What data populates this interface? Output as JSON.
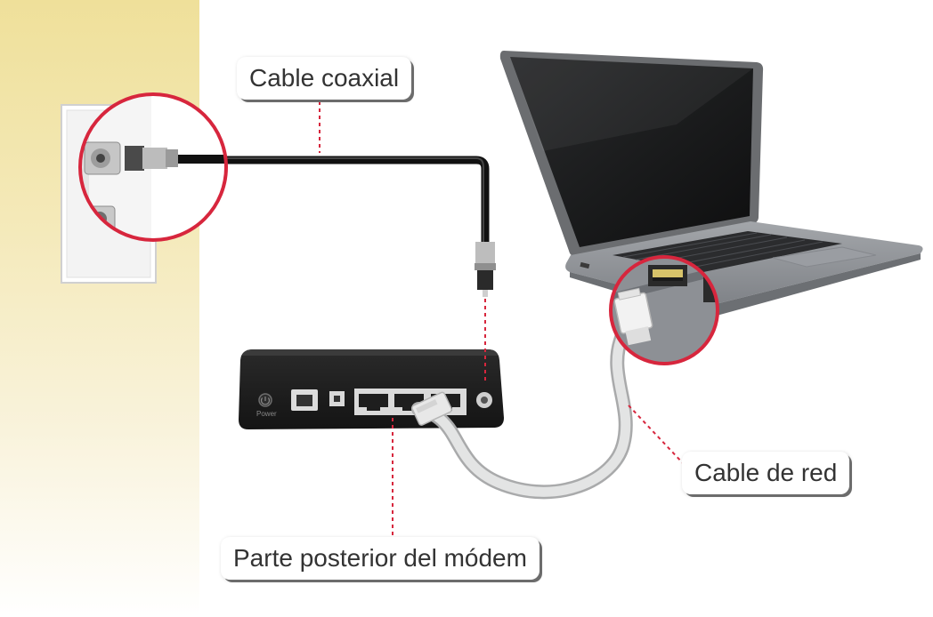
{
  "labels": {
    "coaxial": "Cable coaxial",
    "network": "Cable de red",
    "modem_back": "Parte posterior del módem",
    "power": "Power"
  },
  "colors": {
    "callout_line": "#d7263d",
    "highlight_circle": "#d7263d",
    "modem_body": "#1c1c1c",
    "laptop_body": "#8e9196",
    "cable_gray": "#cfd0d0",
    "coax_black": "#1e1e1e",
    "strip_top": "#efe09a"
  },
  "icons": {
    "modem": "modem-icon",
    "laptop": "laptop-icon",
    "wall_outlet": "wall-coax-outlet-icon",
    "power": "power-icon"
  }
}
